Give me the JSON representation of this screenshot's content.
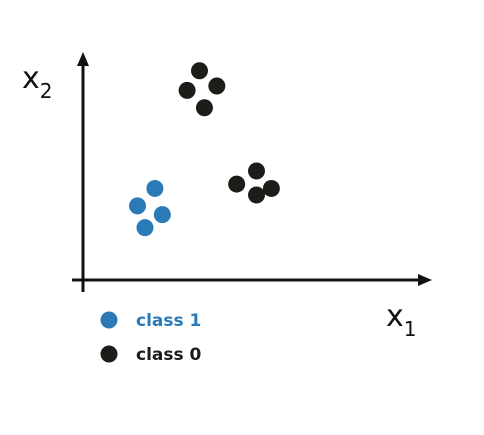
{
  "chart_data": {
    "type": "scatter",
    "axes": {
      "x_label": "x",
      "x_subscript": "1",
      "y_label": "x",
      "y_subscript": "2",
      "xlim": [
        0,
        14
      ],
      "ylim": [
        0,
        10
      ]
    },
    "grid": false,
    "legend_position": "bottom-left",
    "series": [
      {
        "name": "class 1",
        "color": "#2a7ab8",
        "points": [
          {
            "x": 2.2,
            "y": 3.4
          },
          {
            "x": 2.9,
            "y": 4.2
          },
          {
            "x": 3.2,
            "y": 3.0
          },
          {
            "x": 2.5,
            "y": 2.4
          }
        ]
      },
      {
        "name": "class 0",
        "color": "#1c1c18",
        "points": [
          {
            "x": 4.2,
            "y": 8.7
          },
          {
            "x": 4.7,
            "y": 9.6
          },
          {
            "x": 4.9,
            "y": 7.9
          },
          {
            "x": 5.4,
            "y": 8.9
          },
          {
            "x": 6.2,
            "y": 4.4
          },
          {
            "x": 7.0,
            "y": 5.0
          },
          {
            "x": 7.0,
            "y": 3.9
          },
          {
            "x": 7.6,
            "y": 4.2
          }
        ]
      }
    ]
  }
}
